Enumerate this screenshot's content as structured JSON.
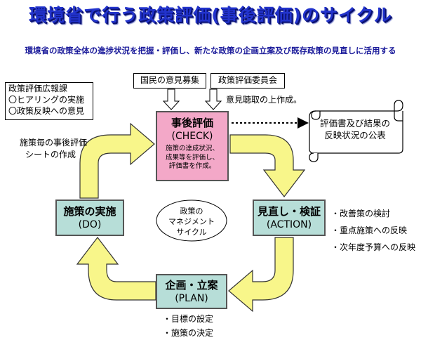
{
  "header": {
    "title": "環境省で行う政策評価(事後評価)のサイクル",
    "subtitle": "環境省の政策全体の進捗状況を把握・評価し、新たな政策の企画立案及び既存政策の見直しに活用する"
  },
  "inputs": {
    "public_comment": "国民の意見募集",
    "committee": "政策評価委員会",
    "hearing_note": "意見聴取の上作成。"
  },
  "pr_division": {
    "line1": "政策評価広報課",
    "line2": "〇ヒアリングの実施",
    "line3": "〇政策反映への意見"
  },
  "sheet_note": {
    "line1": "施策毎の事後評価",
    "line2": "シートの作成"
  },
  "publication": {
    "line1": "評価書及び結果の",
    "line2": "反映状況の公表"
  },
  "cycle": {
    "check": {
      "title": "事後評価",
      "label": "(CHECK)",
      "desc1": "施策の達成状況、",
      "desc2": "成果等を評価し、",
      "desc3": "評価書を作成。"
    },
    "action": {
      "title": "見直し・検証",
      "label": "(ACTION)"
    },
    "do": {
      "title": "施策の実施",
      "label": "(DO)"
    },
    "plan": {
      "title": "企画・立案",
      "label": "(PLAN)"
    }
  },
  "center": {
    "line1": "政策の",
    "line2": "マネジメント",
    "line3": "サイクル"
  },
  "action_notes": {
    "item1": "・改善策の検討",
    "item2": "・重点施策への反映",
    "item3": "・次年度予算への反映"
  },
  "plan_notes": {
    "item1": "・目標の設定",
    "item2": "・施策の決定"
  },
  "colors": {
    "title": "#2233cc",
    "subtitle": "#1a1a9a",
    "check_box": "#f3a8c8",
    "stage_box": "#b7ded8",
    "cycle_arrow": "#f8f68a"
  }
}
